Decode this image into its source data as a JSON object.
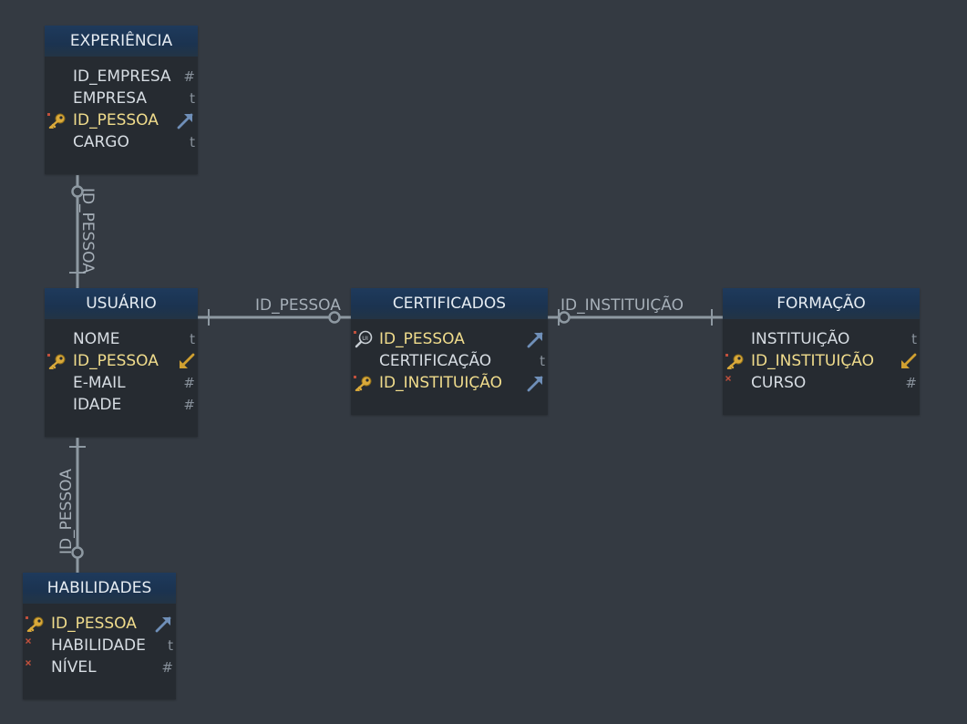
{
  "entities": {
    "experiencia": {
      "title": "EXPERIÊNCIA",
      "columns": [
        {
          "name": "ID_EMPRESA",
          "type": "#"
        },
        {
          "name": "EMPRESA",
          "type": "t"
        },
        {
          "name": "ID_PESSOA",
          "type": ""
        },
        {
          "name": "CARGO",
          "type": "t"
        }
      ]
    },
    "usuario": {
      "title": "USUÁRIO",
      "columns": [
        {
          "name": "NOME",
          "type": "t"
        },
        {
          "name": "ID_PESSOA",
          "type": ""
        },
        {
          "name": "E-MAIL",
          "type": "#"
        },
        {
          "name": "IDADE",
          "type": "#"
        }
      ]
    },
    "certificados": {
      "title": "CERTIFICADOS",
      "columns": [
        {
          "name": "ID_PESSOA",
          "type": ""
        },
        {
          "name": "CERTIFICAÇÃO",
          "type": "t"
        },
        {
          "name": "ID_INSTITUIÇÃO",
          "type": ""
        }
      ]
    },
    "formacao": {
      "title": "FORMAÇÃO",
      "columns": [
        {
          "name": "INSTITUIÇÃO",
          "type": "t"
        },
        {
          "name": "ID_INSTITUIÇÃO",
          "type": ""
        },
        {
          "name": "CURSO",
          "type": "#"
        }
      ]
    },
    "habilidades": {
      "title": "HABILIDADES",
      "columns": [
        {
          "name": "ID_PESSOA",
          "type": ""
        },
        {
          "name": "HABILIDADE",
          "type": "t"
        },
        {
          "name": "NÍVEL",
          "type": "#"
        }
      ]
    }
  },
  "connectors": {
    "experiencia_usuario": "ID_PESSOA",
    "usuario_certificados": "ID_PESSOA",
    "certificados_formacao": "ID_INSTITUIÇÃO",
    "usuario_habilidades": "ID_PESSOA"
  }
}
